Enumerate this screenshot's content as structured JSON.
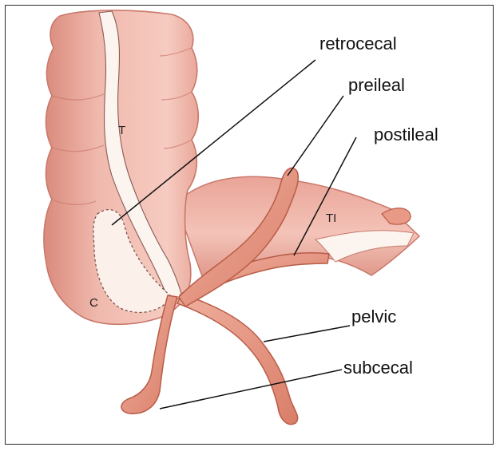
{
  "labels": {
    "retrocecal": "retrocecal",
    "preileal": "preileal",
    "postileal": "postileal",
    "pelvic": "pelvic",
    "subcecal": "subcecal"
  },
  "structures": {
    "taenia": "T",
    "cecum": "C",
    "terminal_ileum": "TI"
  },
  "colors": {
    "bowel": "#eeb2a6",
    "bowel_dark": "#c9786b",
    "appendix": "#e89a86",
    "appendix_dark": "#b85c47",
    "line": "#111111"
  }
}
